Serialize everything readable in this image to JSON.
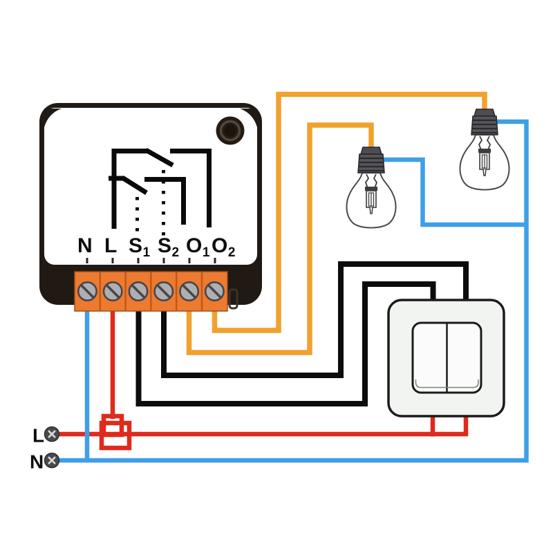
{
  "module": {
    "terminals": [
      {
        "main": "N",
        "sub": ""
      },
      {
        "main": "L",
        "sub": ""
      },
      {
        "main": "S",
        "sub": "1"
      },
      {
        "main": "S",
        "sub": "2"
      },
      {
        "main": "O",
        "sub": "1"
      },
      {
        "main": "O",
        "sub": "2"
      }
    ]
  },
  "power": {
    "live_label": "L",
    "neutral_label": "N"
  },
  "colors": {
    "live": "#DF2B1D",
    "neutral": "#3E9FE8",
    "switched": "#F0A12E",
    "signal": "#0C0C0C",
    "terminal_block": "#EE7A30"
  }
}
